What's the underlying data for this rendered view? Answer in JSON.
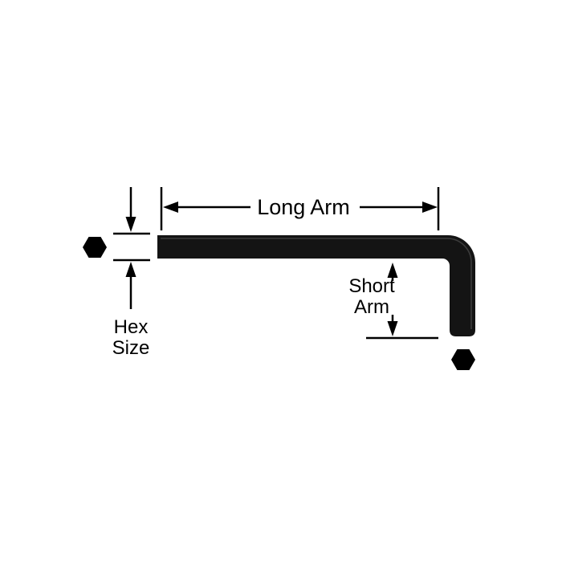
{
  "colors": {
    "background": "#ffffff",
    "line": "#000000",
    "wrench": "#141414",
    "sheen": "#4a4a4a"
  },
  "labels": {
    "long_arm": "Long Arm",
    "short_arm": [
      "Short",
      "Arm"
    ],
    "hex_size": [
      "Hex",
      "Size"
    ]
  },
  "icons": {
    "left_hexagon": "hexagon-cross-section",
    "bottom_hexagon": "hexagon-cross-section",
    "arrowheads": "solid-triangle"
  }
}
